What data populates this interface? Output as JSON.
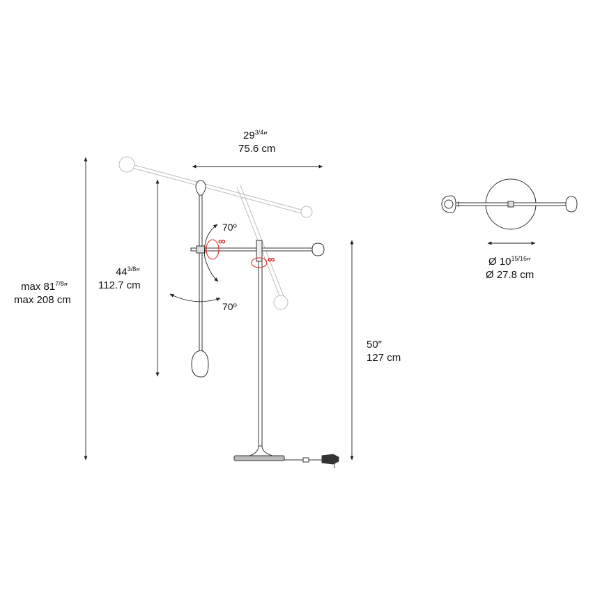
{
  "dimensions": {
    "width_top": {
      "whole": "29",
      "fraction": "3/4",
      "inch_mark": "″",
      "metric": "75.6 cm"
    },
    "arm_height": {
      "whole": "44",
      "fraction": "3/8",
      "inch_mark": "″",
      "metric": "112.7 cm"
    },
    "max_height": {
      "whole": "max 81",
      "fraction": "7/8",
      "inch_mark": "″",
      "metric": "max 208 cm"
    },
    "stand_height": {
      "imperial": "50″",
      "metric": "127 cm"
    },
    "base_diameter": {
      "whole": "Ø 10",
      "fraction": "15/16",
      "inch_mark": "″",
      "metric": "Ø 27.8 cm"
    }
  },
  "angles": {
    "upper": "70º",
    "lower": "70º"
  },
  "rotation": {
    "arm_joint": "∞",
    "stand_joint": "∞"
  },
  "colors": {
    "line": "#333333",
    "rotation_accent": "#e01b1b",
    "base_fill": "#bbbbbb",
    "base_dark": "#333333"
  }
}
